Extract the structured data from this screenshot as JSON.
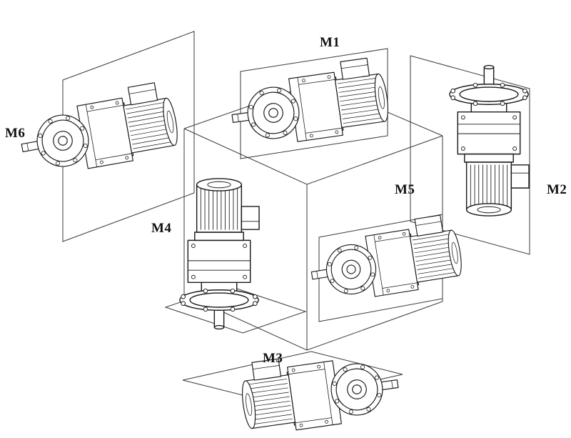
{
  "figure": {
    "type": "technical-line-diagram",
    "subject": "Gearmotor mounting positions",
    "colors": {
      "line": "#1a1a1a",
      "background": "#ffffff"
    },
    "positions": [
      {
        "id": "m1",
        "label": "M1",
        "placement": "top-center",
        "orientation": "horizontal, output shaft left"
      },
      {
        "id": "m2",
        "label": "M2",
        "placement": "right",
        "orientation": "vertical, output shaft up"
      },
      {
        "id": "m3",
        "label": "M3",
        "placement": "bottom",
        "orientation": "horizontal, output shaft right"
      },
      {
        "id": "m4",
        "label": "M4",
        "placement": "center-left",
        "orientation": "vertical, output shaft down"
      },
      {
        "id": "m5",
        "label": "M5",
        "placement": "center-right",
        "orientation": "horizontal, output shaft left"
      },
      {
        "id": "m6",
        "label": "M6",
        "placement": "far-left",
        "orientation": "horizontal, output shaft left"
      }
    ]
  }
}
